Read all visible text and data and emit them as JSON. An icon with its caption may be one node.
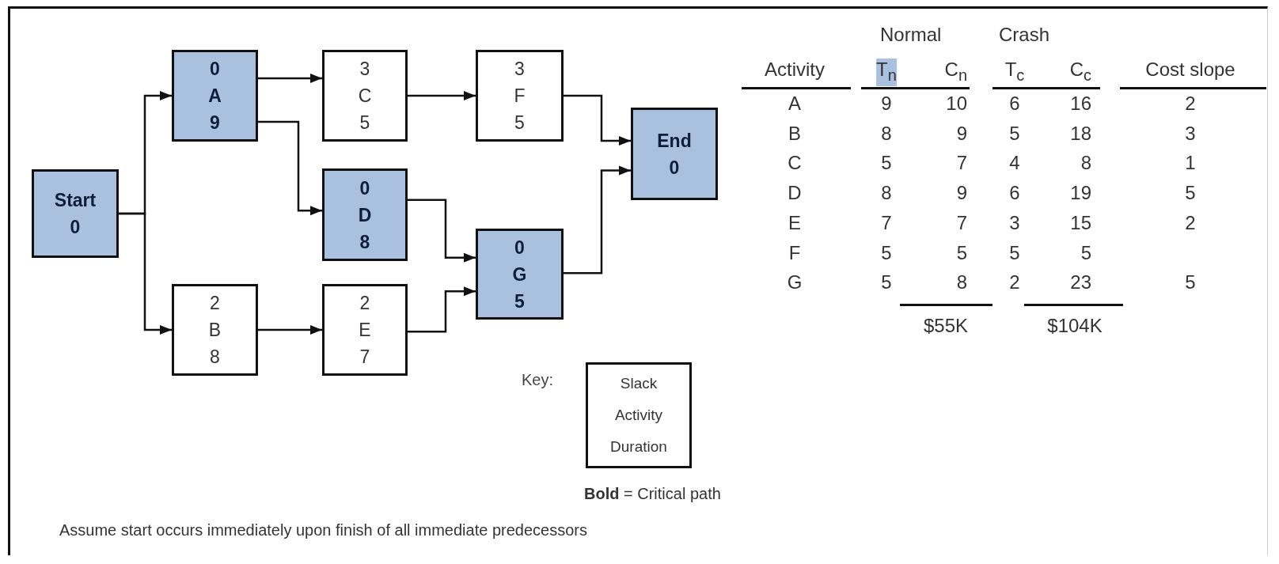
{
  "diagram": {
    "nodes": [
      {
        "text": [
          "Start",
          "0"
        ]
      },
      {
        "text": [
          "0",
          "A",
          "9"
        ]
      },
      {
        "text": [
          "3",
          "C",
          "5"
        ]
      },
      {
        "text": [
          "3",
          "F",
          "5"
        ]
      },
      {
        "text": [
          "End",
          "0"
        ]
      },
      {
        "text": [
          "0",
          "D",
          "8"
        ]
      },
      {
        "text": [
          "0",
          "G",
          "5"
        ]
      },
      {
        "text": [
          "2",
          "B",
          "8"
        ]
      },
      {
        "text": [
          "2",
          "E",
          "7"
        ]
      },
      {
        "text": [
          "Slack",
          "Activity",
          "Duration"
        ],
        "beside": [
          "Key:"
        ]
      }
    ],
    "edges": [
      {
        "from": 0,
        "to": 1,
        "arrow": "to"
      },
      {
        "from": 0,
        "to": 7,
        "arrow": "to"
      },
      {
        "from": 1,
        "to": 2,
        "arrow": "to"
      },
      {
        "from": 1,
        "to": 5,
        "arrow": "to"
      },
      {
        "from": 2,
        "to": 3,
        "arrow": "to"
      },
      {
        "from": 3,
        "to": 4,
        "arrow": "to"
      },
      {
        "from": 5,
        "to": 6,
        "arrow": "to"
      },
      {
        "from": 7,
        "to": 8,
        "arrow": "to"
      },
      {
        "from": 8,
        "to": 6,
        "arrow": "to"
      },
      {
        "from": 6,
        "to": 4,
        "arrow": "to"
      }
    ],
    "labels": [
      "Normal",
      "Crash",
      "Activity",
      "T$_{n}$",
      "C$_{n}$",
      "T$_{c}$",
      "C$_{c}$",
      "Cost slope",
      "A",
      "9",
      "10",
      "6",
      "16",
      "2",
      "B",
      "8",
      "9",
      "5",
      "18",
      "3",
      "C",
      "5",
      "7",
      "4",
      "8",
      "1",
      "D",
      "8",
      "9",
      "6",
      "19",
      "5",
      "E",
      "7",
      "7",
      "3",
      "15",
      "2",
      "F",
      "5",
      "5",
      "5",
      "5",
      "G",
      "5",
      "8",
      "2",
      "23",
      "5",
      "$55K",
      "$104K",
      "**Bold** = Critical path",
      "Assume start occurs immediately upon finish of all immediate predecessors"
    ]
  }
}
